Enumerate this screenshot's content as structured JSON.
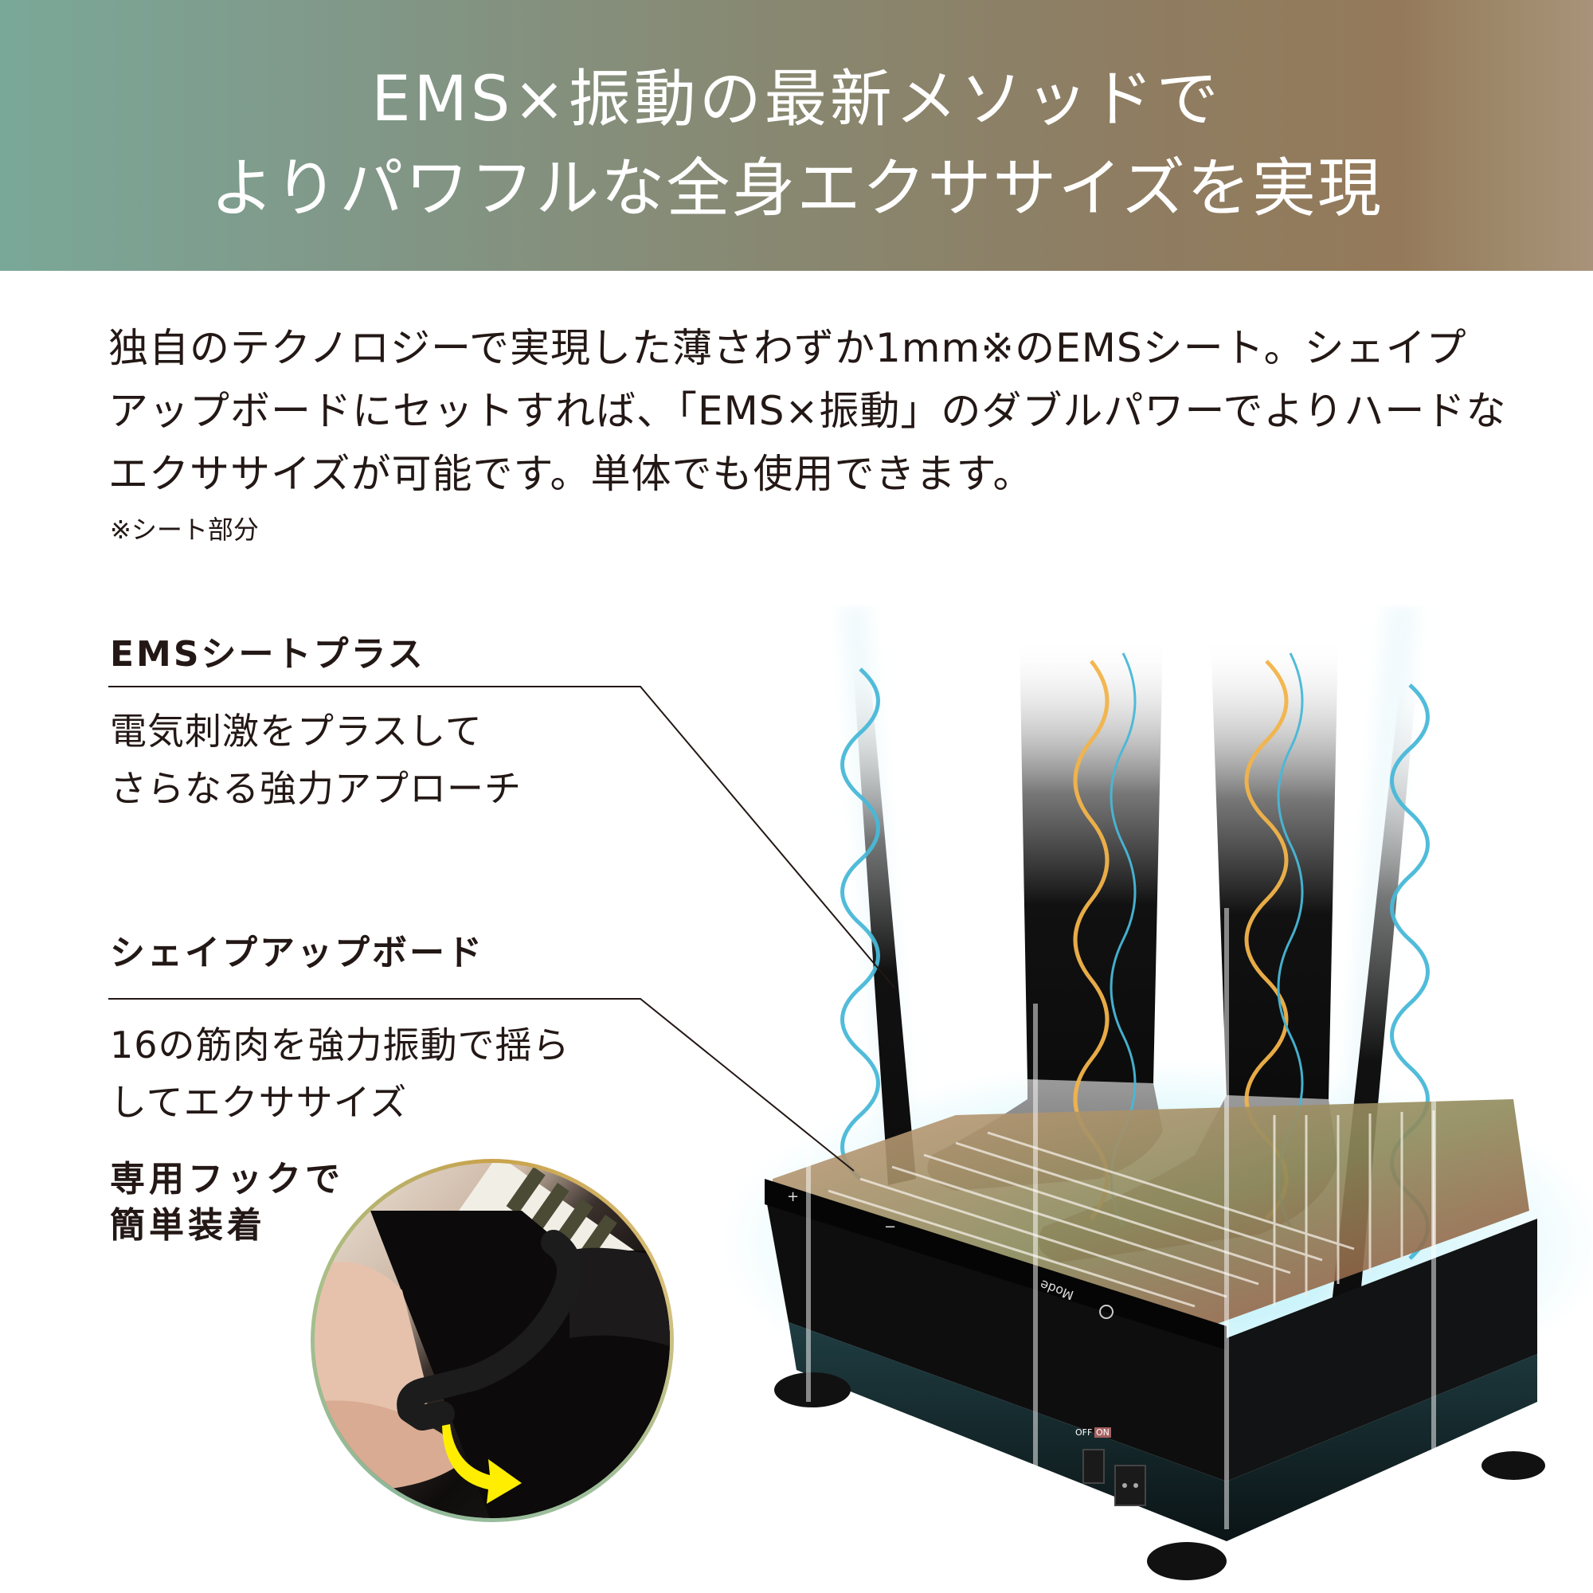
{
  "banner": {
    "line1": "EMS×振動の最新メソッドで",
    "line2": "よりパワフルな全身エクササイズを実現",
    "gradient_colors": [
      "#7aa898",
      "#947a5a",
      "#a8937a"
    ],
    "text_color": "#ffffff"
  },
  "intro": {
    "lines": [
      "独自のテクノロジーで実現した薄さわずか1mm※のEMSシート。シェイプ",
      "アップボードにセットすれば、「EMS×振動」のダブルパワーでよりハードな",
      "エクササイズが可能です。単体でも使用できます。"
    ],
    "footnote": "※シート部分"
  },
  "features": [
    {
      "title": "EMSシートプラス",
      "description_lines": [
        "電気刺激をプラスして",
        "さらなる強力アプローチ"
      ]
    },
    {
      "title": "シェイプアップボード",
      "description_lines": [
        "16の筋肉を強力振動で揺ら",
        "してエクササイズ"
      ]
    }
  ],
  "hook": {
    "label_lines": [
      "専用フックで",
      "簡単装着"
    ],
    "arrow_color": "#ffee00",
    "ring_colors": [
      "#c9a24a",
      "#8fb89a"
    ]
  },
  "device": {
    "panel_labels": {
      "plus": "+",
      "minus": "−",
      "mode": "Mode",
      "power_icon": "power-icon"
    },
    "rear_switch": {
      "off": "OFF",
      "on": "ON"
    },
    "wave_colors": {
      "ems": "#48b8d8",
      "vibration": "#f3b44a"
    }
  },
  "text_color": "#231815"
}
